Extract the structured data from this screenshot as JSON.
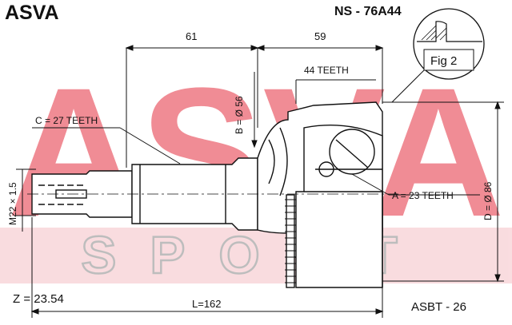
{
  "header": {
    "brand": "ASVA",
    "part_number": "NS - 76A44"
  },
  "dimensions": {
    "left_length": "61",
    "right_length": "59",
    "teeth_outer": "44 TEETH",
    "diameter_b": "B = Ø 56",
    "spline_c": "C = 27 TEETH",
    "thread": "M22 × 1.5",
    "spline_a": "A = 23 TEETH",
    "diameter_d": "D = Ø 86",
    "overall_length": "L=162"
  },
  "figure_label": "Fig 2",
  "footer": {
    "z_value": "Z = 23.54",
    "catalog_code": "ASBT - 26"
  },
  "watermark": {
    "main": "ASVA",
    "sub": "SPORT",
    "main_color": "#e5303f",
    "sub_color": "#d8d8d8",
    "band_color": "#f3b9bf"
  }
}
